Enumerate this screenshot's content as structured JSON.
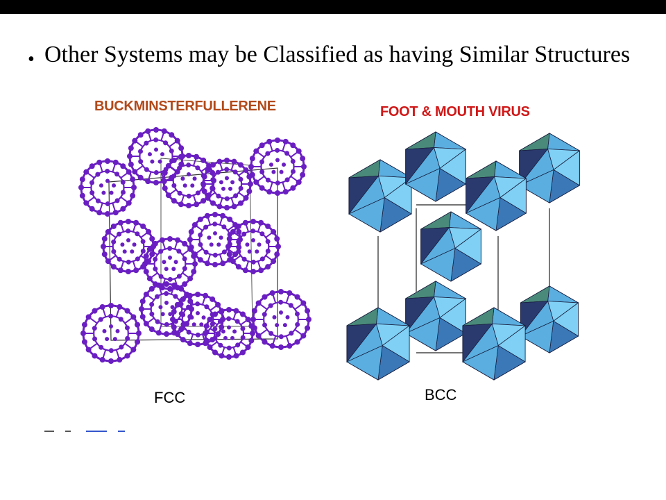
{
  "slide": {
    "bullet": "•",
    "heading": "Other Systems may be Classified as having Similar Structures"
  },
  "left_figure": {
    "title": "BUCKMINSTERFULLERENE",
    "caption": "FCC",
    "molecule_color": "#6a1fc2",
    "title_color": "#b24a1a"
  },
  "right_figure": {
    "title": "FOOT & MOUTH VIRUS",
    "caption": "BCC",
    "title_color": "#d01818",
    "face_colors": [
      "#7fd0f4",
      "#5aaee0",
      "#3a78b8",
      "#2a3a6e",
      "#4a8a7a"
    ]
  }
}
